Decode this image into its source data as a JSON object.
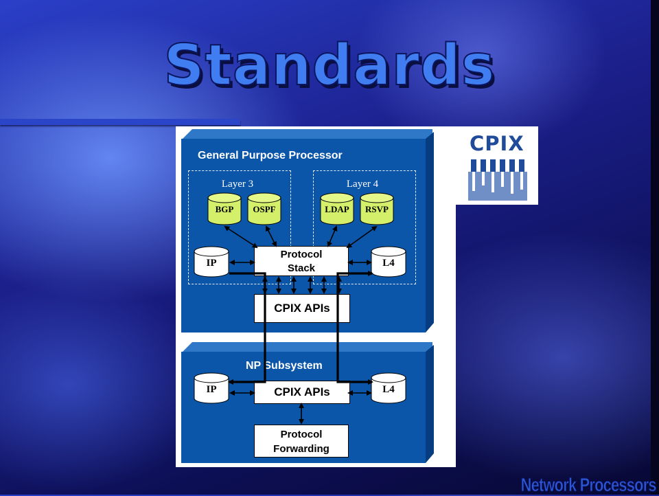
{
  "slide": {
    "title": "Standards",
    "footer": "Network Processors"
  },
  "logo": {
    "text": "CPIX"
  },
  "diagram": {
    "gpp": {
      "title": "General Purpose Processor",
      "layer3": {
        "label": "Layer 3",
        "protocols": [
          "BGP",
          "OSPF"
        ]
      },
      "layer4": {
        "label": "Layer 4",
        "protocols": [
          "LDAP",
          "RSVP"
        ]
      },
      "ip": "IP",
      "l4": "L4",
      "stack_line1": "Protocol",
      "stack_line2": "Stack",
      "apis": "CPIX APIs"
    },
    "np": {
      "title": "NP Subsystem",
      "ip": "IP",
      "l4": "L4",
      "apis": "CPIX APIs",
      "fwd_line1": "Protocol",
      "fwd_line2": "Forwarding"
    }
  },
  "colors": {
    "panel_blue": "#0b56a8",
    "cylinder_green": "#d4f06a",
    "title_blue": "#3f7df0"
  }
}
